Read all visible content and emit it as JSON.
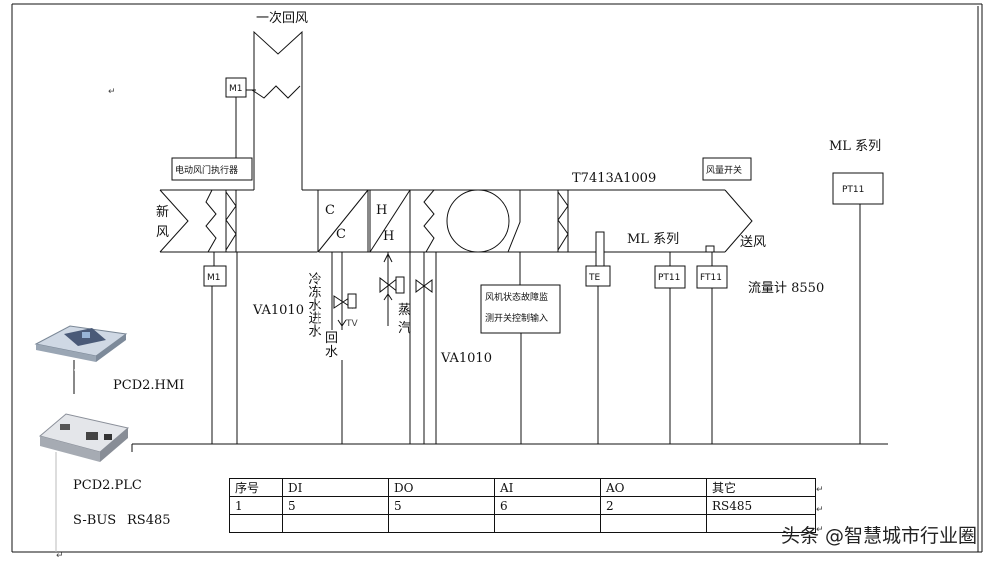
{
  "labels": {
    "return_air_primary": "一次回风",
    "m1_top": "M1",
    "damper_actuator": "电动风门执行器",
    "fresh_air_1": "新",
    "fresh_air_2": "风",
    "m1_bottom": "M1",
    "coil_c_top": "C",
    "coil_c_bottom": "C",
    "coil_h_top": "H",
    "coil_h_bottom": "H",
    "chilled_water_in": "冷冻水进水",
    "return_water_1": "回",
    "return_water_2": "水",
    "tv": "TV",
    "steam_1": "蒸",
    "steam_2": "汽",
    "va1010_left": "VA1010",
    "va1010_right": "VA1010",
    "fan_status": "风机状态故障监测开关控制输入",
    "t7413": "T7413A1009",
    "airflow_switch": "风量开关",
    "ml_series_mid": "ML 系列",
    "ml_series_right": "ML 系列",
    "supply_air": "送风",
    "te": "TE",
    "pt11_a": "PT11",
    "ft11": "FT11",
    "pt11_b": "PT11",
    "flowmeter": "流量计 8550",
    "pcd2_hmi": "PCD2.HMI",
    "pcd2_plc": "PCD2.PLC",
    "sbus": "S-BUS",
    "rs485": "RS485"
  },
  "table": {
    "header": [
      "序号",
      "DI",
      "DO",
      "AI",
      "AO",
      "其它"
    ],
    "rows": [
      [
        "1",
        "5",
        "5",
        "6",
        "2",
        "RS485"
      ],
      [
        "",
        "",
        "",
        "",
        "",
        ""
      ]
    ]
  },
  "watermark": "头条 @智慧城市行业圈"
}
